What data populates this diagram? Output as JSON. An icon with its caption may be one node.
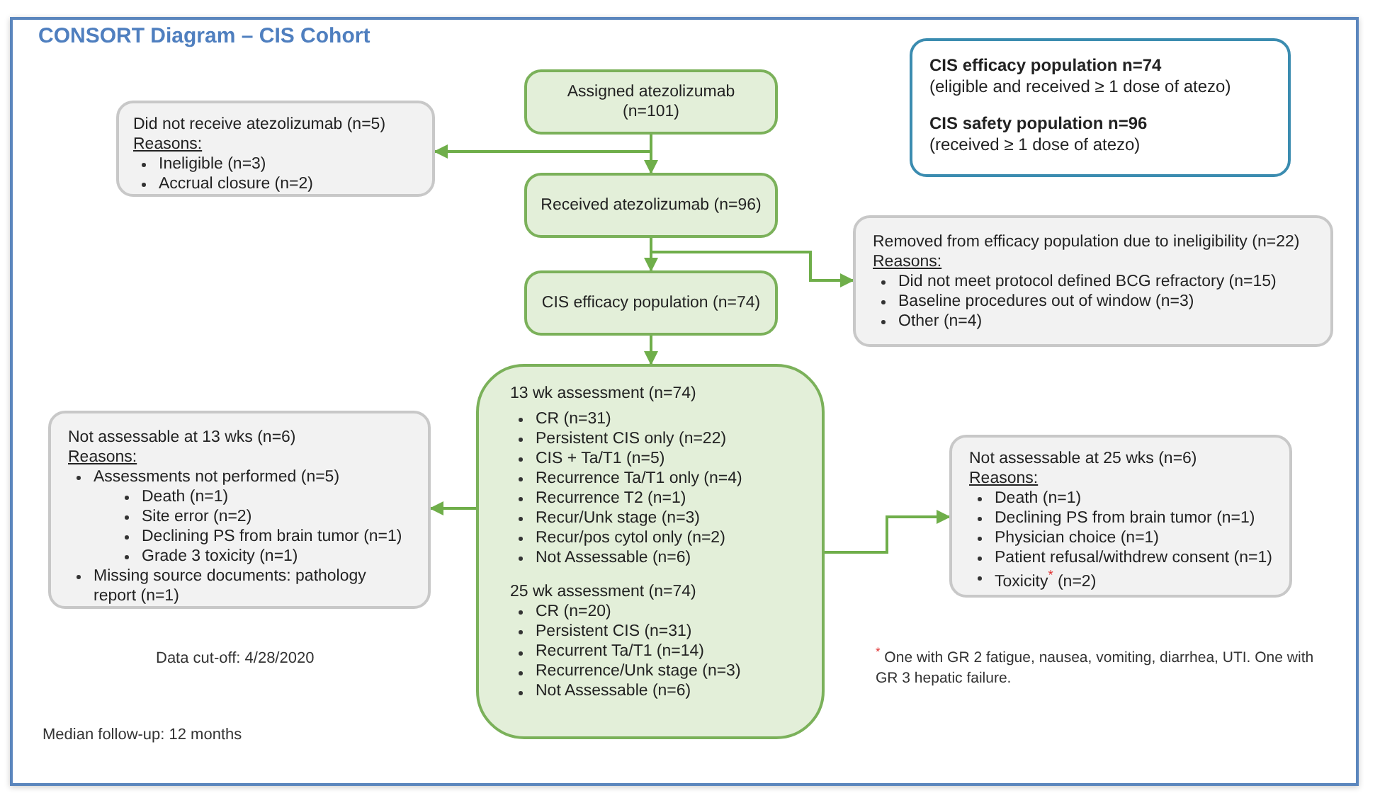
{
  "diagram": {
    "title": "CONSORT Diagram – CIS Cohort",
    "nodes": [
      {
        "text": [
          "Assigned atezolizumab (n=101)"
        ]
      },
      {
        "text": [
          "Did not receive atezolizumab (n=5)",
          "Reasons:",
          "Ineligible (n=3)",
          "Accrual closure (n=2)"
        ]
      },
      {
        "text": [
          "Received atezolizumab (n=96)"
        ]
      },
      {
        "text": [
          "Removed from efficacy population due to ineligibility (n=22)",
          "Reasons:",
          "Did not meet protocol defined BCG refractory (n=15)",
          "Baseline procedures out of window (n=3)",
          "Other (n=4)"
        ]
      },
      {
        "text": [
          "CIS efficacy population (n=74)"
        ]
      },
      {
        "text": [
          "Not assessable at 13 wks (n=6)",
          "Reasons:",
          "Assessments not performed (n=5)",
          "Death (n=1)",
          "Site error (n=2)",
          "Declining PS from brain tumor (n=1)",
          "Grade 3 toxicity (n=1)",
          "Missing source documents: pathology report (n=1)"
        ]
      },
      {
        "text": [
          "13 wk assessment (n=74)",
          "CR (n=31)",
          "Persistent CIS only (n=22)",
          "CIS + Ta/T1 (n=5)",
          "Recurrence Ta/T1 only (n=4)",
          "Recurrence T2 (n=1)",
          "Recur/Unk stage (n=3)",
          "Recur/pos cytol only (n=2)",
          "Not Assessable (n=6)",
          "25 wk assessment (n=74)",
          "CR (n=20)",
          "Persistent CIS (n=31)",
          "Recurrent Ta/T1 (n=14)",
          "Recurrence/Unk stage (n=3)",
          "Not Assessable (n=6)"
        ]
      },
      {
        "text": [
          "Not assessable at 25 wks (n=6)",
          "Reasons:",
          "Death (n=1)",
          "Declining PS from brain tumor (n=1)",
          "Physician choice (n=1)",
          "Patient refusal/withdrew consent (n=1)",
          "Toxicity$^{*}$ (n=2)"
        ]
      },
      {
        "text": [
          "CIS efficacy population n=74",
          "(eligible and received ≥ 1 dose of atezo)",
          "CIS safety population n=96",
          "(received ≥ 1 dose of atezo)"
        ]
      }
    ],
    "edges": [
      {
        "from": 0,
        "to": 1,
        "arrow": "to"
      },
      {
        "from": 0,
        "to": 2,
        "arrow": "to"
      },
      {
        "from": 2,
        "to": 3,
        "arrow": "to"
      },
      {
        "from": 2,
        "to": 4,
        "arrow": "to"
      },
      {
        "from": 4,
        "to": 6,
        "arrow": "to"
      },
      {
        "from": 6,
        "to": 5,
        "arrow": "to"
      },
      {
        "from": 6,
        "to": 7,
        "arrow": "to"
      }
    ],
    "labels": [
      "Data cut-off: 4/28/2020",
      "Median follow-up: 12 months",
      "$^{*}$ One with GR 2 fatigue, nausea, vomiting, diarrhea, UTI. One with GR 3 hepatic failure."
    ]
  }
}
